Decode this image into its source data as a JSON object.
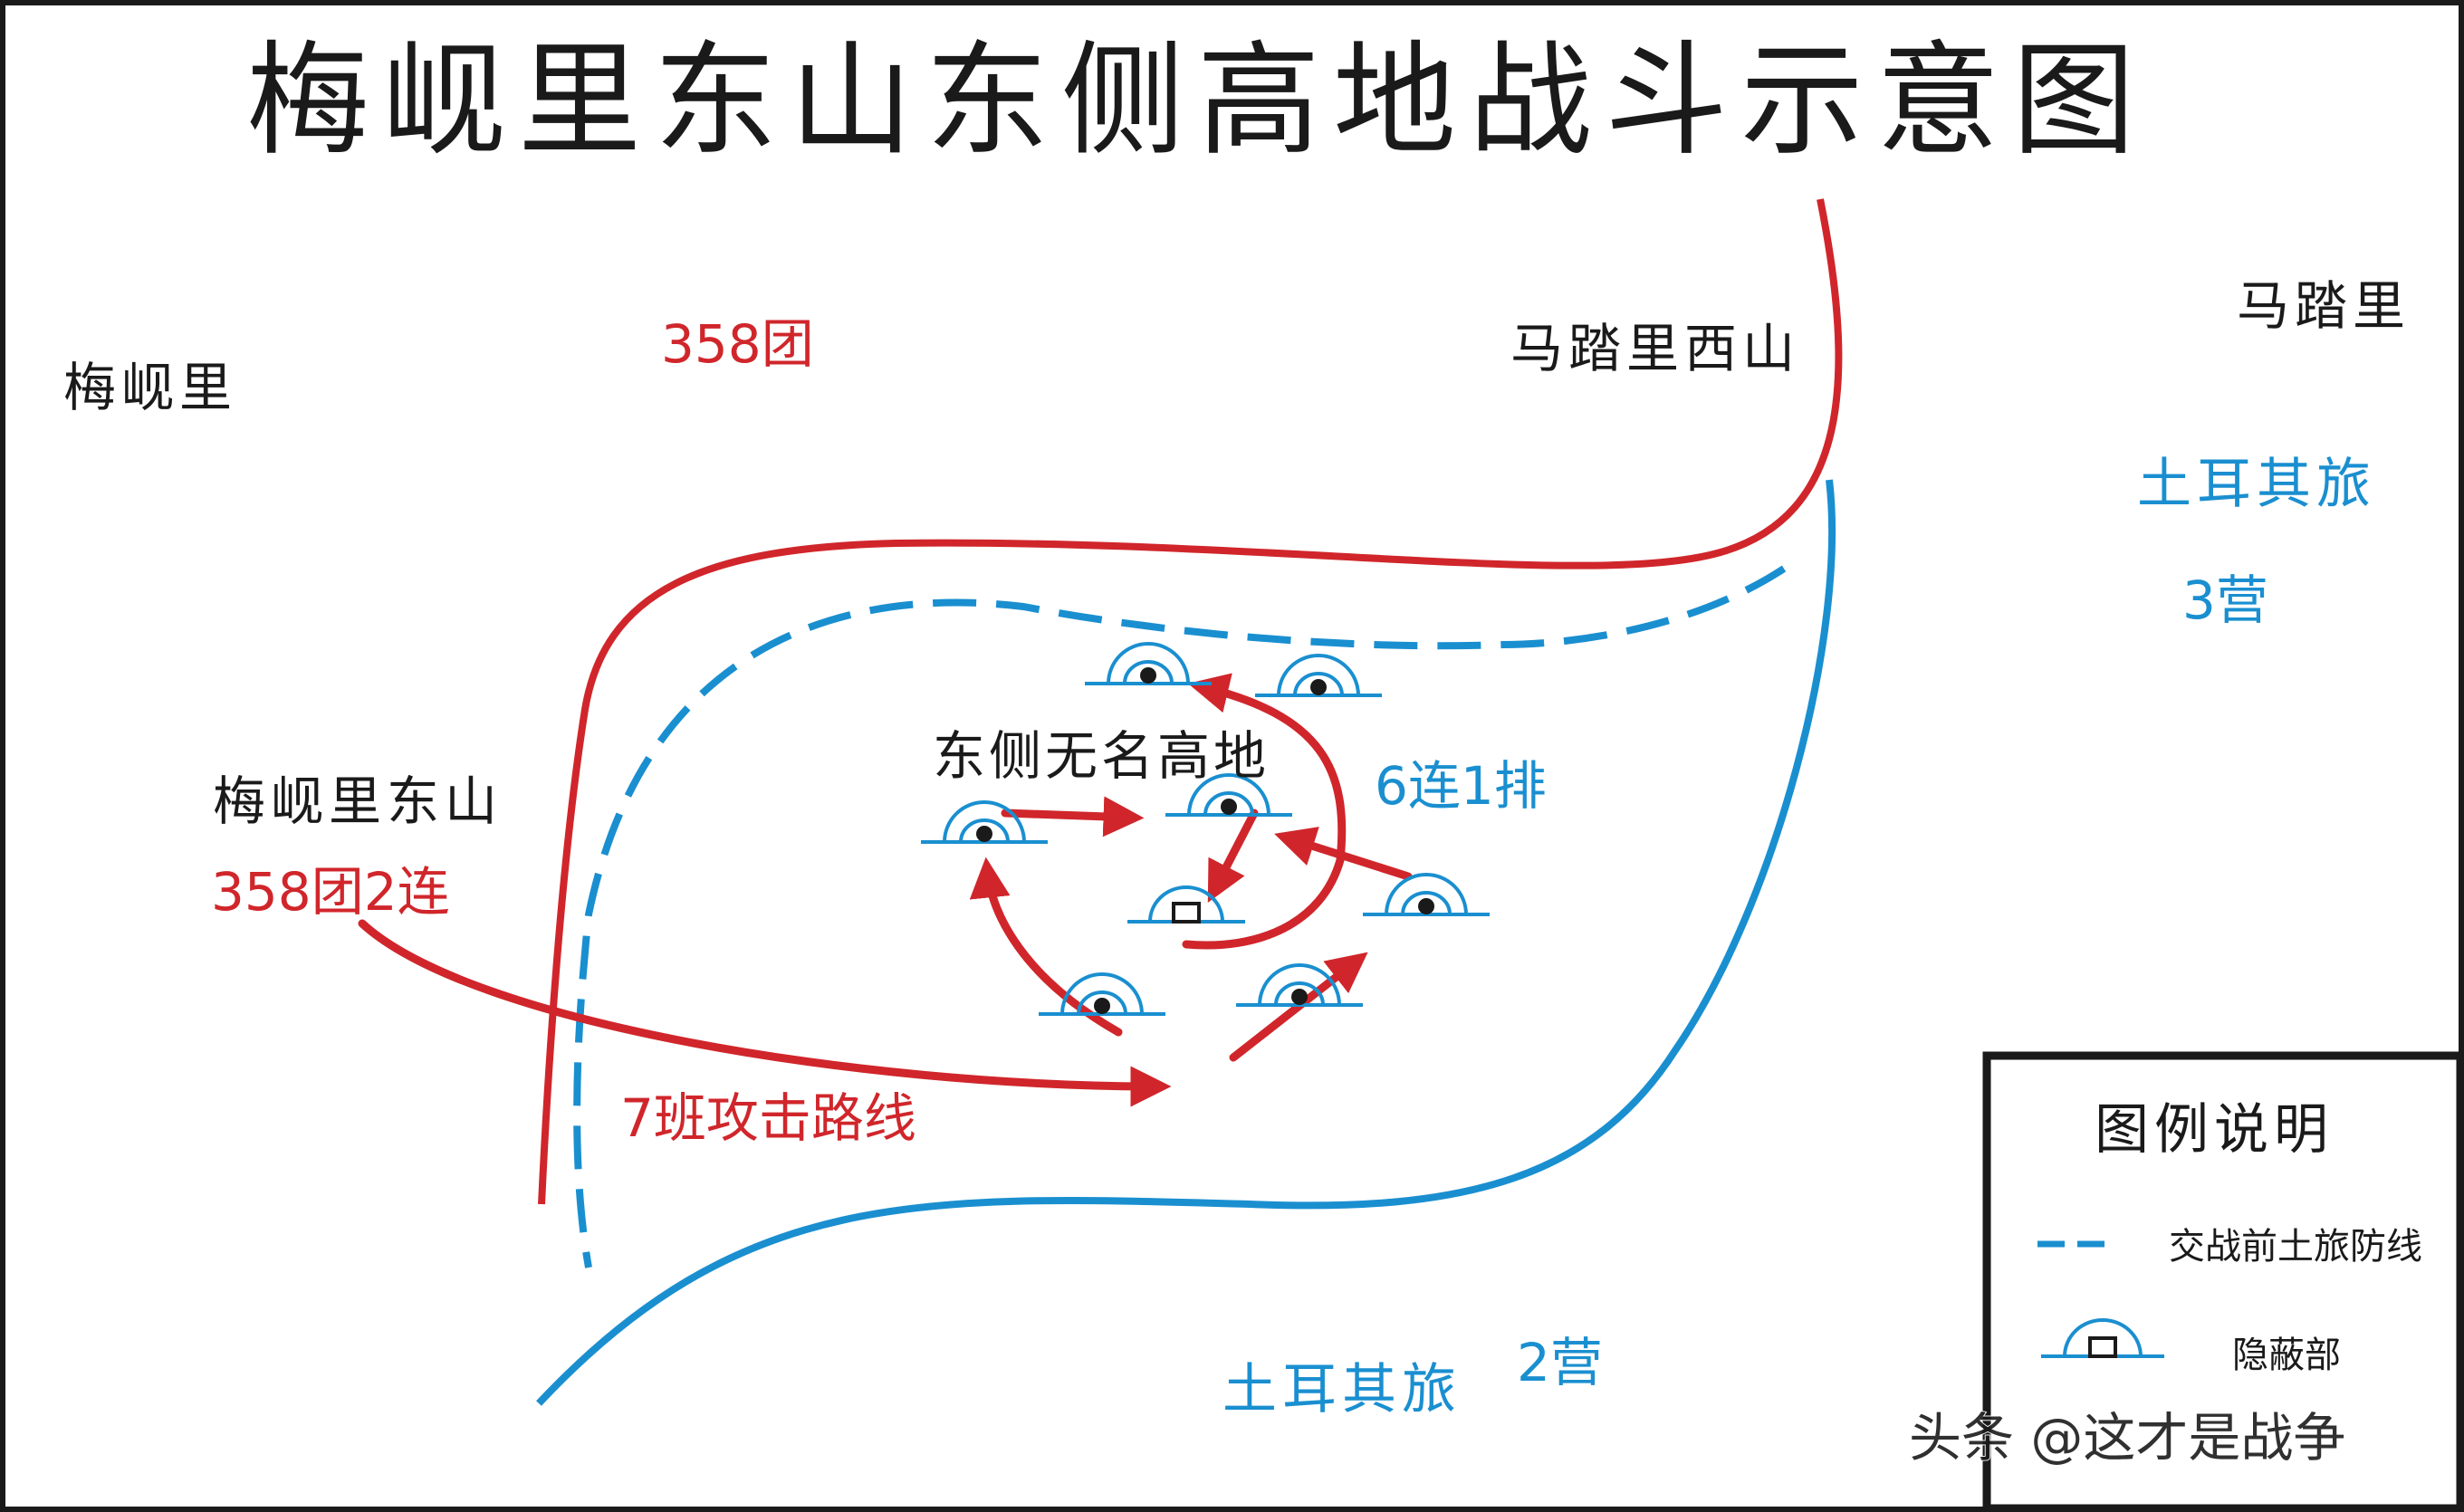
{
  "title": "梅岘里东山东侧高地战斗示意图",
  "colors": {
    "red": "#d0262b",
    "blue": "#1a8fd0",
    "black": "#1a1a1a"
  },
  "places": {
    "meixianli": "梅岘里",
    "madali": "马踏里",
    "madali_west_hill": "马踏里西山",
    "meixianli_east_hill": "梅岘里东山",
    "east_unnamed_height": "东侧无名高地"
  },
  "units": {
    "regiment_358": "358团",
    "regiment_358_company_2": "358团2连",
    "turkish_brigade_ne": "土耳其旅",
    "battalion_3": "3营",
    "company_6_platoon_1": "6连1排",
    "turkish_brigade_s": "土耳其旅",
    "battalion_2": "2营",
    "squad_7_attack_route": "7班攻击路线"
  },
  "legend": {
    "title": "图例说明",
    "items": [
      {
        "icon": "dashed-blue-line-icon",
        "label": "交战前土旅防线"
      },
      {
        "icon": "bunker-icon",
        "label": "隐蔽部"
      }
    ]
  },
  "watermark": "头条 @这才是战争"
}
